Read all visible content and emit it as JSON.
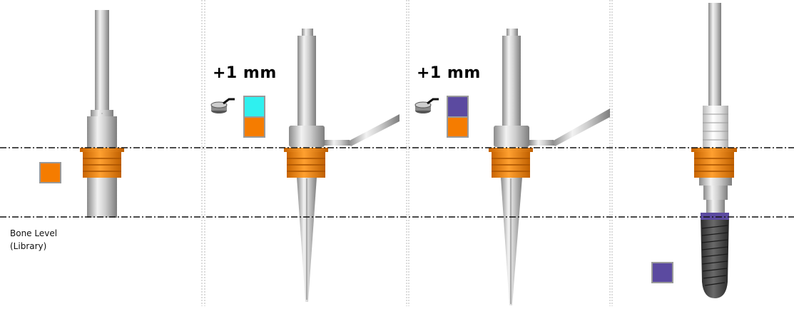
{
  "panels": [
    {
      "id": "panel-1",
      "text": "",
      "swatches": [
        "orange"
      ]
    },
    {
      "id": "panel-2",
      "text": "+1 mm",
      "swatches": [
        "cyan",
        "orange"
      ]
    },
    {
      "id": "panel-3",
      "text": "+1 mm",
      "swatches": [
        "purple",
        "orange"
      ]
    },
    {
      "id": "panel-4",
      "text": "",
      "swatches": [
        "purple"
      ]
    }
  ],
  "labels": {
    "offset_panel_2": "+1 mm",
    "offset_panel_3": "+1 mm",
    "bone_level_line1": "Bone Level",
    "bone_level_line2": "(Library)"
  },
  "icons": [
    "stopper-wrench-icon",
    "stopper-wrench-icon"
  ],
  "colors": {
    "orange": "#f57c00",
    "cyan": "#2ff0ef",
    "purple": "#5b4aa0",
    "swatch_border": "#9a9a9a",
    "metal_light": "#e8e8e8",
    "metal_dark": "#8e8e8e",
    "implant_dark": "#3c3c3c",
    "sleeve_orange": "#f08c10"
  }
}
